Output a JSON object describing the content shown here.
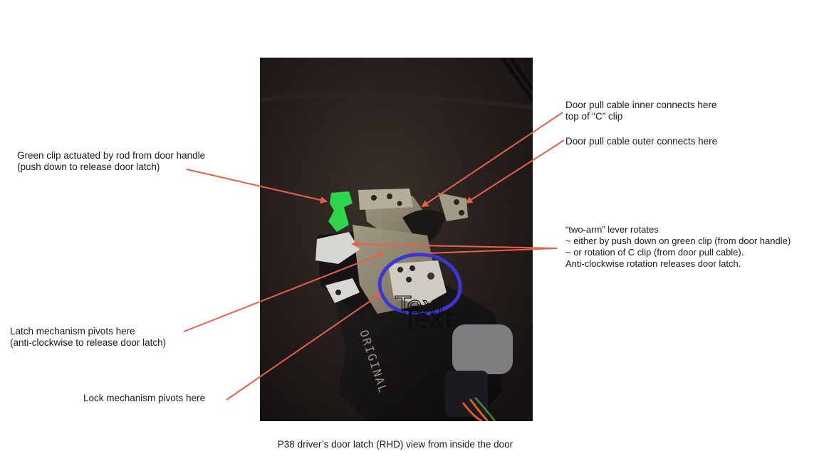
{
  "annotations": {
    "green_clip": [
      "Green clip actuated by rod from door handle",
      "(push down to release door latch)"
    ],
    "inner_cable": [
      "Door pull cable inner connects here",
      "top of “C” clip"
    ],
    "outer_cable": [
      "Door pull cable outer connects here"
    ],
    "two_arm": [
      "“two-arm” lever rotates",
      "~ either by push down on green clip (from door handle)",
      "~ or rotation of C clip (from door pull cable).",
      "Anti-clockwise rotation releases door latch."
    ],
    "latch_pivot": [
      "Latch mechanism pivots here",
      "(anti-clockwise to release door latch)"
    ],
    "lock_pivot": [
      "Lock mechanism pivots here"
    ]
  },
  "photo_text": {
    "overlay": "Text",
    "handwriting": "ORIGINAL"
  },
  "caption": "P38 driver’s door latch (RHD) view from inside the door",
  "colors": {
    "arrow": "#e8604c",
    "circle": "#3a37d6",
    "green_clip": "#2fd54a",
    "photo_bg": "#2a2320"
  }
}
